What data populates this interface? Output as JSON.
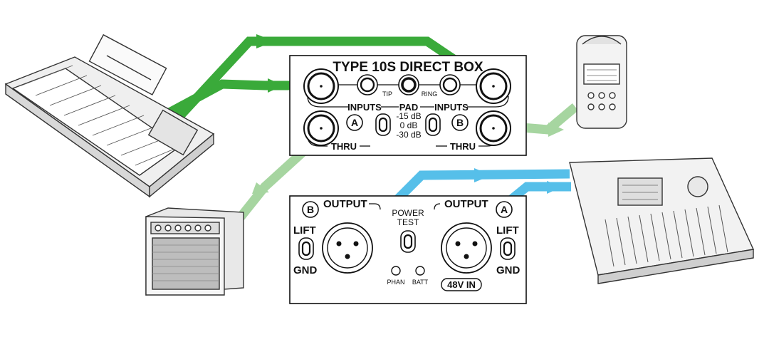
{
  "colors": {
    "dark_green": "#3aaa3a",
    "light_green": "#a6d5a0",
    "blue": "#56bfe9",
    "line": "#222222"
  },
  "top_panel": {
    "title": "TYPE 10S DIRECT BOX",
    "tip_label": "TIP",
    "ring_label": "RING",
    "inputs_left": "INPUTS",
    "pad_label": "PAD",
    "inputs_right": "INPUTS",
    "channel_a": "A",
    "channel_b": "B",
    "pad_values": [
      "-15 dB",
      "0 dB",
      "-30 dB"
    ],
    "thru_left": "THRU",
    "thru_right": "THRU"
  },
  "bottom_panel": {
    "channel_b": "B",
    "output_left": "OUTPUT",
    "lift_left": "LIFT",
    "gnd_left": "GND",
    "power_label": "POWER",
    "test_label": "TEST",
    "phan_label": "PHAN",
    "batt_label": "BATT",
    "output_right": "OUTPUT",
    "channel_a": "A",
    "lift_right": "LIFT",
    "gnd_right": "GND",
    "phantom_badge": "48V IN"
  },
  "devices": [
    {
      "icon": "keyboard-icon"
    },
    {
      "icon": "amplifier-icon"
    },
    {
      "icon": "recorder-icon"
    },
    {
      "icon": "mixer-icon"
    }
  ]
}
